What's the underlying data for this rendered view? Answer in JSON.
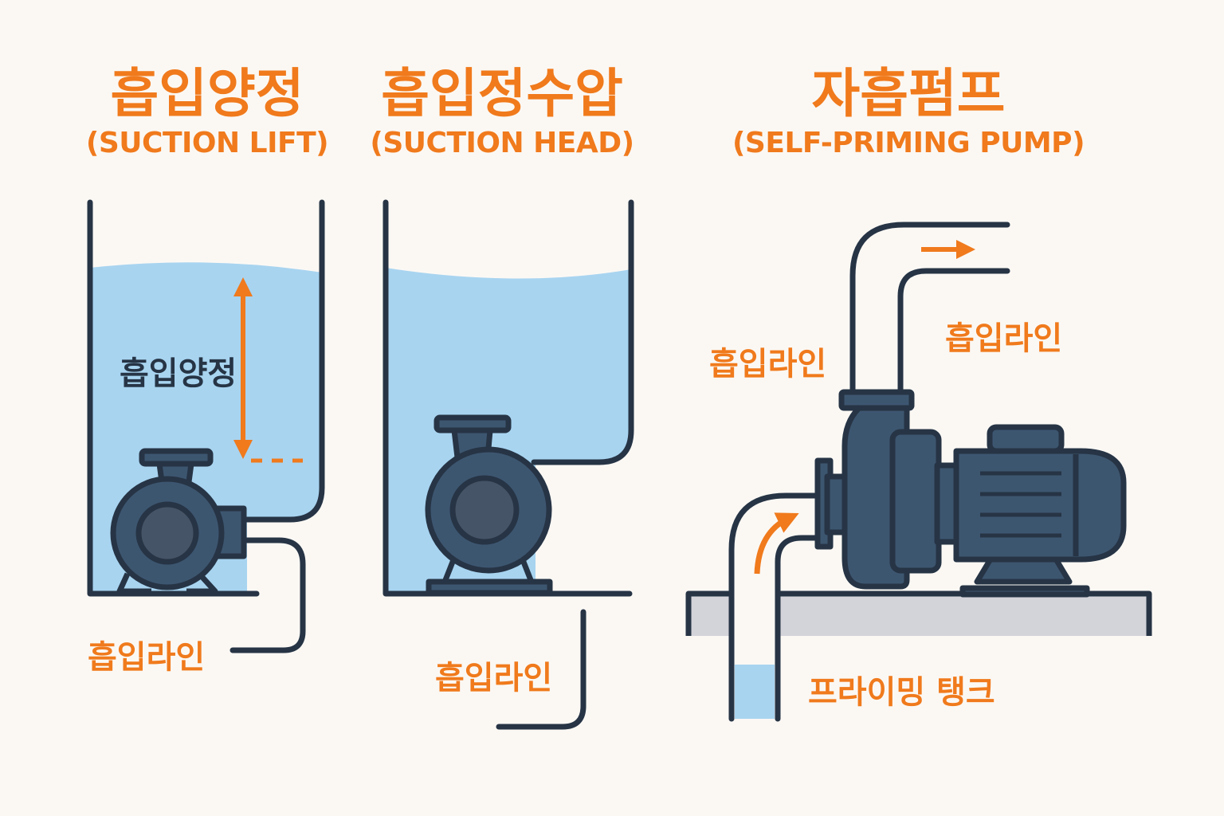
{
  "panels": [
    {
      "title_ko": "흡입양정",
      "title_en": "(SUCTION LIFT)"
    },
    {
      "title_ko": "흡입정수압",
      "title_en": "(SUCTION HEAD)"
    },
    {
      "title_ko": "자흡펌프",
      "title_en": "(SELF-PRIMING PUMP)"
    }
  ],
  "labels": {
    "lift_inner": "흡입양정",
    "lift_line": "흡입라인",
    "head_line": "흡입라인",
    "self_suction": "흡입라인",
    "self_discharge": "흡입라인",
    "priming_tank": "프라이밍 탱크"
  },
  "colors": {
    "accent": "#f07a1c",
    "outline": "#263445",
    "pump": "#3d5670",
    "water": "#a8d4f0",
    "base": "#d3d3da"
  }
}
